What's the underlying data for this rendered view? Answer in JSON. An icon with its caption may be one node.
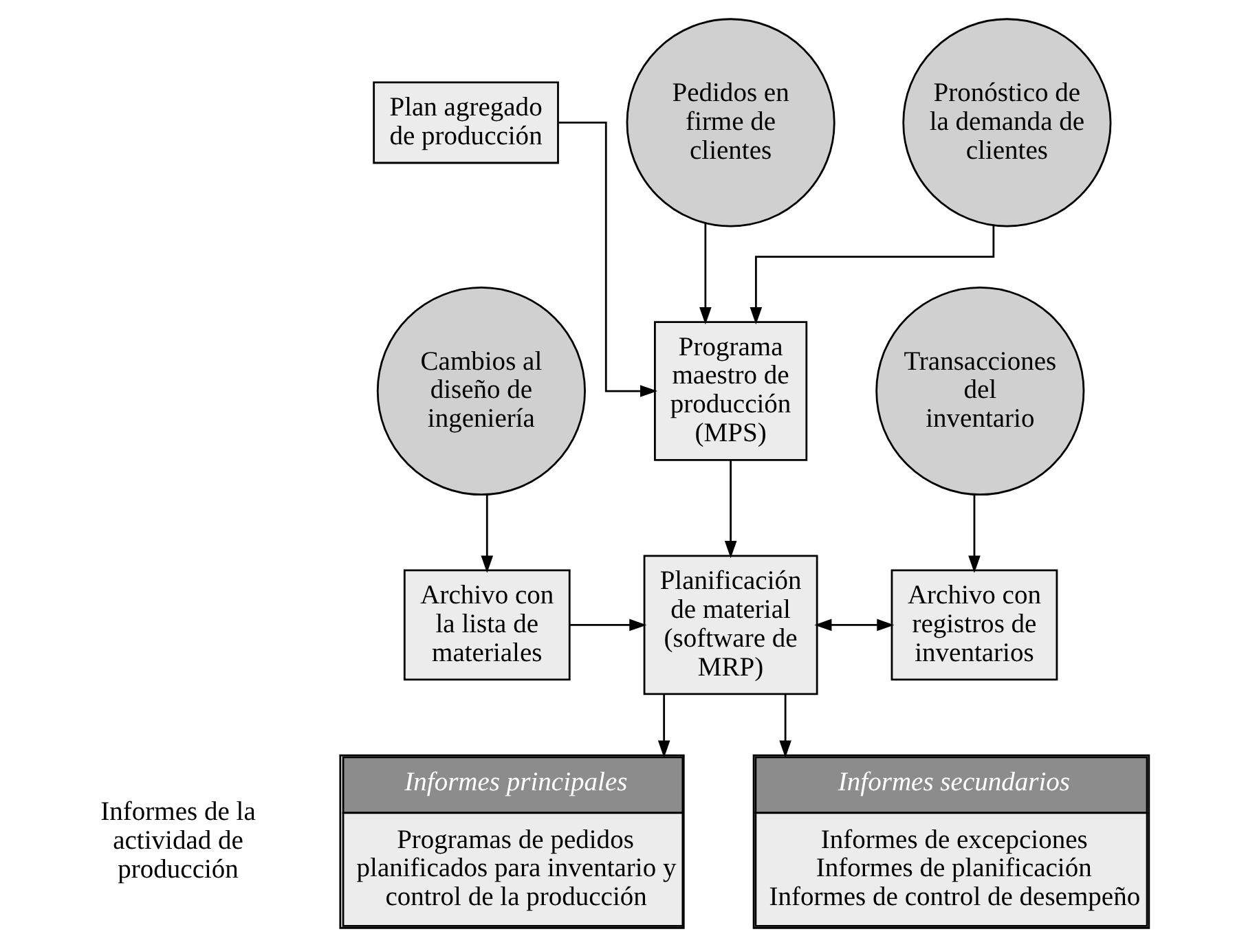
{
  "diagram": {
    "nodes": [
      {
        "text": [
          "Plan agregado de producción"
        ]
      },
      {
        "text": [
          "Pedidos en firme de clientes"
        ]
      },
      {
        "text": [
          "Pronóstico de la demanda de clientes"
        ]
      },
      {
        "text": [
          "Programa maestro de producción (MPS)"
        ]
      },
      {
        "text": [
          "Cambios al diseño de ingeniería"
        ]
      },
      {
        "text": [
          "Transacciones del inventario"
        ]
      },
      {
        "text": [
          "Archivo con la lista de materiales"
        ]
      },
      {
        "text": [
          "Planificación de material (software de MRP)"
        ]
      },
      {
        "text": [
          "Archivo con registros de inventarios"
        ]
      },
      {
        "text": [
          "Informes principales",
          "Programas de pedidos planificados para inventario y control de la producción"
        ]
      },
      {
        "text": [
          "Informes secundarios",
          "Informes de excepciones",
          "Informes de planificación",
          "Informes de control de desempeño"
        ]
      }
    ],
    "edges": [
      {
        "from": 0,
        "to": 3,
        "arrow": "to"
      },
      {
        "from": 1,
        "to": 3,
        "arrow": "to"
      },
      {
        "from": 2,
        "to": 3,
        "arrow": "to"
      },
      {
        "from": 3,
        "to": 7,
        "arrow": "to"
      },
      {
        "from": 4,
        "to": 6,
        "arrow": "to"
      },
      {
        "from": 5,
        "to": 8,
        "arrow": "to"
      },
      {
        "from": 6,
        "to": 7,
        "arrow": "to"
      },
      {
        "from": 7,
        "to": 8,
        "arrow": "both"
      },
      {
        "from": 7,
        "to": 9,
        "arrow": "to"
      },
      {
        "from": 7,
        "to": 10,
        "arrow": "to"
      }
    ],
    "labels": [
      "Informes de la actividad de producción"
    ]
  }
}
